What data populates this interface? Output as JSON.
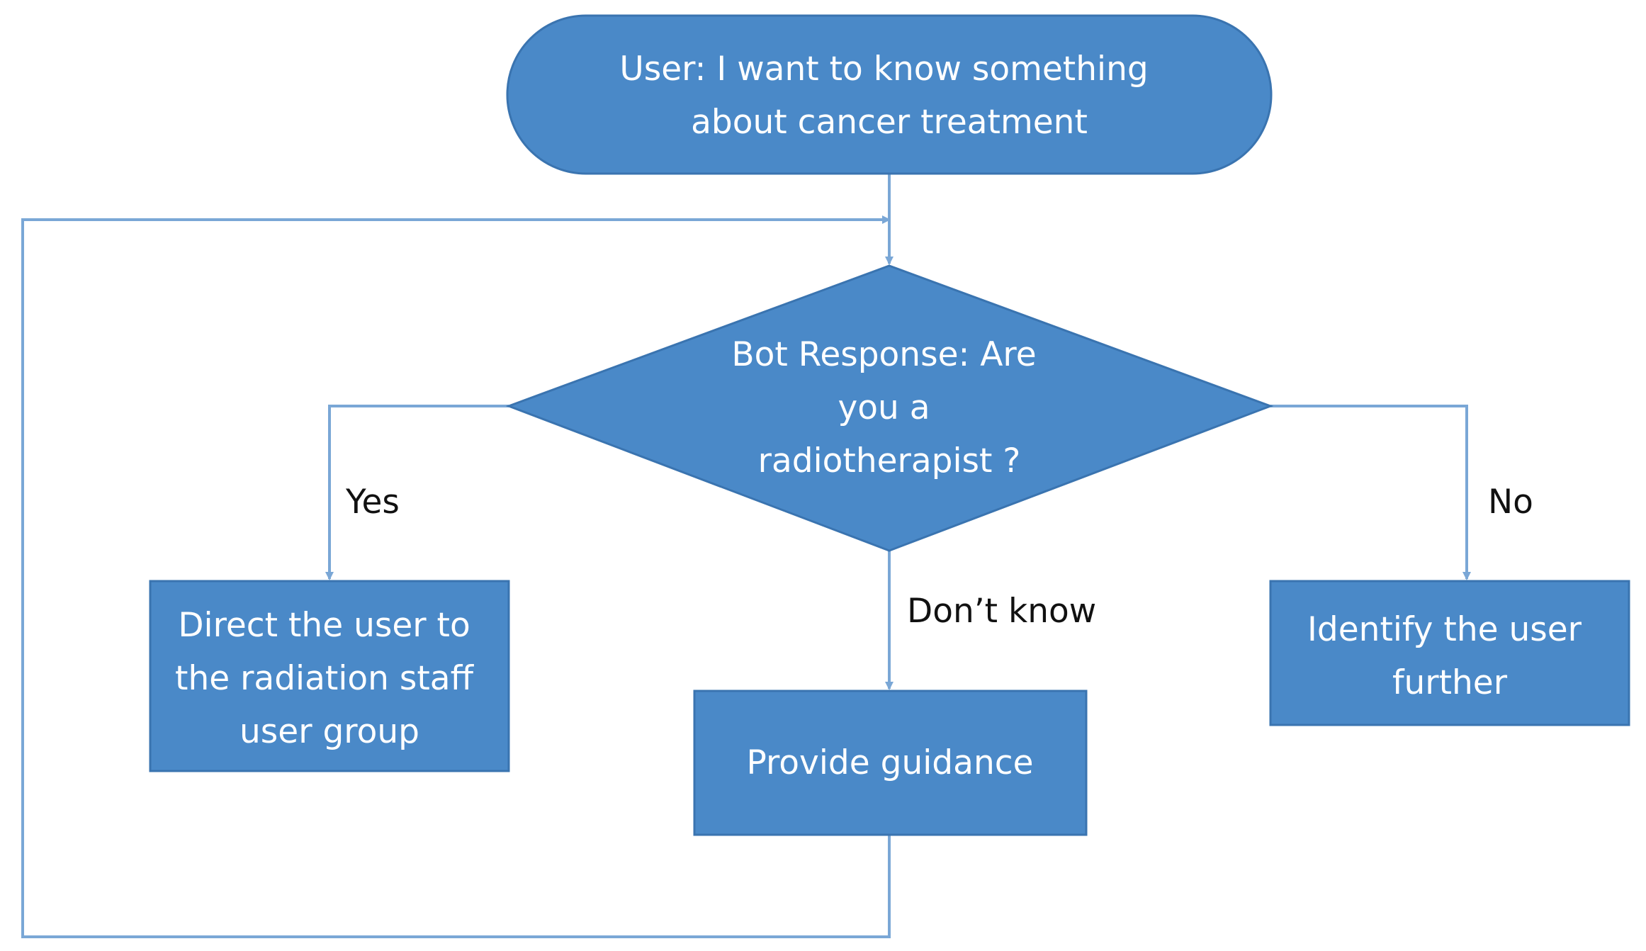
{
  "colors": {
    "shape_fill": "#4a89c8",
    "shape_stroke": "#3a74b0",
    "connector": "#7aa7d6",
    "node_text": "#ffffff",
    "edge_label_text": "#111111"
  },
  "nodes": {
    "start": {
      "lines": [
        "User: I want to know something",
        "about cancer treatment"
      ]
    },
    "decision": {
      "lines": [
        "Bot Response: Are",
        "you a",
        "radiotherapist ?"
      ]
    },
    "yes_box": {
      "lines": [
        "Direct the user to",
        "the radiation staff",
        "user group"
      ]
    },
    "guidance_box": {
      "lines": [
        "Provide guidance"
      ]
    },
    "no_box": {
      "lines": [
        "Identify the user",
        "further"
      ]
    }
  },
  "edges": {
    "yes_label": "Yes",
    "dont_know_label": "Don’t know",
    "no_label": "No"
  }
}
